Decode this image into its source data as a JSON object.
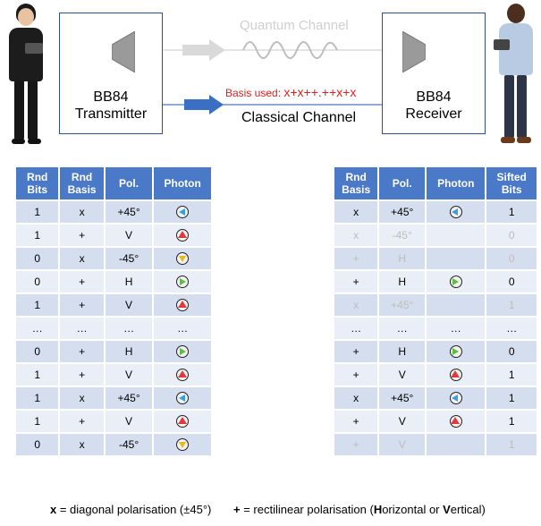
{
  "colors": {
    "header_blue": "#4a79c7",
    "row_dark": "#d5deef",
    "row_light": "#e9eef7",
    "box_border": "#2f4f8f",
    "arrow_blue": "#3b6fc4",
    "basis_red": "#e02020",
    "faded_text": "#bdbdbd"
  },
  "transmitter": {
    "line1": "BB84",
    "line2": "Transmitter"
  },
  "receiver": {
    "line1": "BB84",
    "line2": "Receiver"
  },
  "quantum_channel": "Quantum Channel",
  "classical_channel": "Classical Channel",
  "basis_used": {
    "label": "Basis used: ",
    "sequence": "x+x++.++x+x"
  },
  "left_table": {
    "headers": [
      "Rnd Bits",
      "Rnd Basis",
      "Pol.",
      "Photon"
    ],
    "rows": [
      {
        "bit": "1",
        "basis": "x",
        "pol": "+45°",
        "photon": "diag-right"
      },
      {
        "bit": "1",
        "basis": "+",
        "pol": "V",
        "photon": "vertical"
      },
      {
        "bit": "0",
        "basis": "x",
        "pol": "-45°",
        "photon": "diag-left"
      },
      {
        "bit": "0",
        "basis": "+",
        "pol": "H",
        "photon": "horizontal"
      },
      {
        "bit": "1",
        "basis": "+",
        "pol": "V",
        "photon": "vertical"
      },
      {
        "bit": "…",
        "basis": "…",
        "pol": "…",
        "photon": "…"
      },
      {
        "bit": "0",
        "basis": "+",
        "pol": "H",
        "photon": "horizontal"
      },
      {
        "bit": "1",
        "basis": "+",
        "pol": "V",
        "photon": "vertical"
      },
      {
        "bit": "1",
        "basis": "x",
        "pol": "+45°",
        "photon": "diag-right"
      },
      {
        "bit": "1",
        "basis": "+",
        "pol": "V",
        "photon": "vertical"
      },
      {
        "bit": "0",
        "basis": "x",
        "pol": "-45°",
        "photon": "diag-left"
      }
    ]
  },
  "right_table": {
    "headers": [
      "Rnd Basis",
      "Pol.",
      "Photon",
      "Sifted Bits"
    ],
    "rows": [
      {
        "basis": "x",
        "pol": "+45°",
        "photon": "diag-right",
        "sifted": "1",
        "faded": false
      },
      {
        "basis": "x",
        "pol": "-45°",
        "photon": "",
        "sifted": "0",
        "faded": true
      },
      {
        "basis": "+",
        "pol": "H",
        "photon": "",
        "sifted": "0",
        "faded": true
      },
      {
        "basis": "+",
        "pol": "H",
        "photon": "horizontal",
        "sifted": "0",
        "faded": false
      },
      {
        "basis": "x",
        "pol": "+45°",
        "photon": "",
        "sifted": "1",
        "faded": true
      },
      {
        "basis": "…",
        "pol": "…",
        "photon": "…",
        "sifted": "…",
        "faded": false
      },
      {
        "basis": "+",
        "pol": "H",
        "photon": "horizontal",
        "sifted": "0",
        "faded": false
      },
      {
        "basis": "+",
        "pol": "V",
        "photon": "vertical",
        "sifted": "1",
        "faded": false
      },
      {
        "basis": "x",
        "pol": "+45°",
        "photon": "diag-right",
        "sifted": "1",
        "faded": false
      },
      {
        "basis": "+",
        "pol": "V",
        "photon": "vertical",
        "sifted": "1",
        "faded": false
      },
      {
        "basis": "+",
        "pol": "V",
        "photon": "",
        "sifted": "1",
        "faded": true
      }
    ]
  },
  "legend": {
    "diag_symbol": "x",
    "diag_text": " = diagonal polarisation (±45°)",
    "rect_symbol": "+",
    "rect_text_1": " = rectilinear polarisation (",
    "rect_H": "H",
    "rect_text_2": "orizontal or ",
    "rect_V": "V",
    "rect_text_3": "ertical)"
  }
}
